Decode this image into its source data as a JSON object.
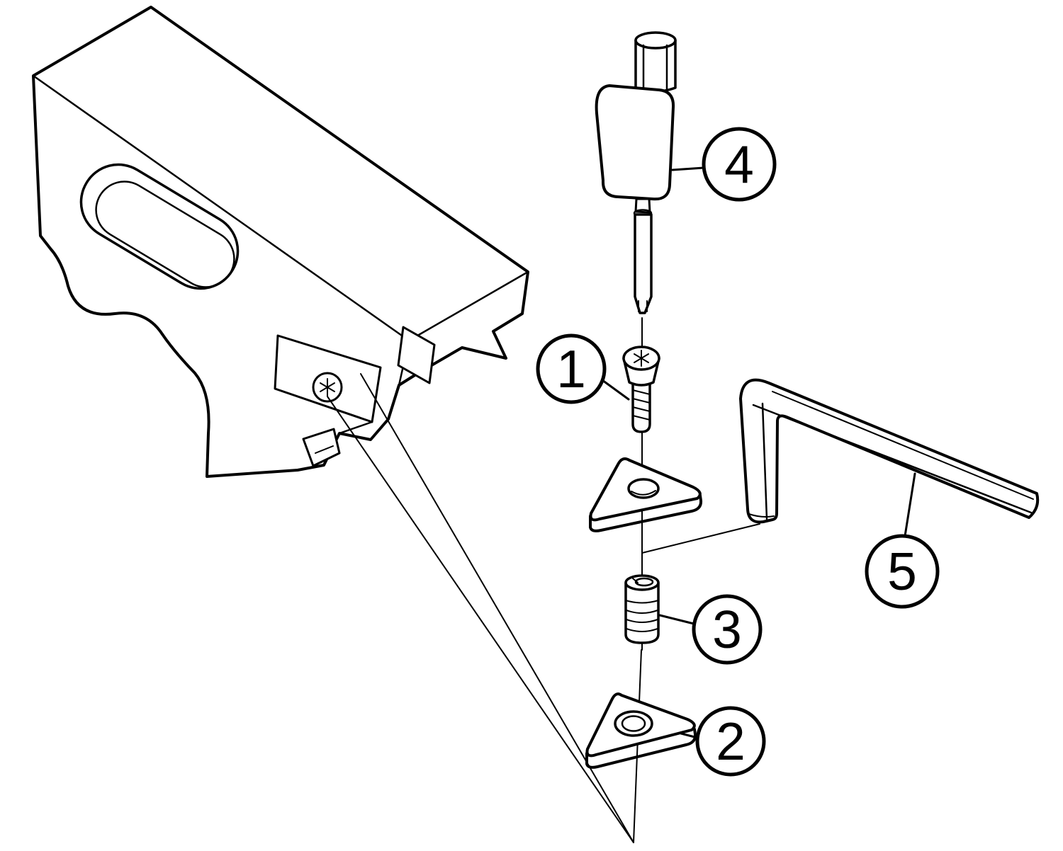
{
  "theme": {
    "background_color": "#ffffff",
    "line_color": "#000000"
  },
  "callouts": {
    "c1": {
      "label": "1"
    },
    "c2": {
      "label": "2"
    },
    "c3": {
      "label": "3"
    },
    "c4": {
      "label": "4"
    },
    "c5": {
      "label": "5"
    }
  }
}
